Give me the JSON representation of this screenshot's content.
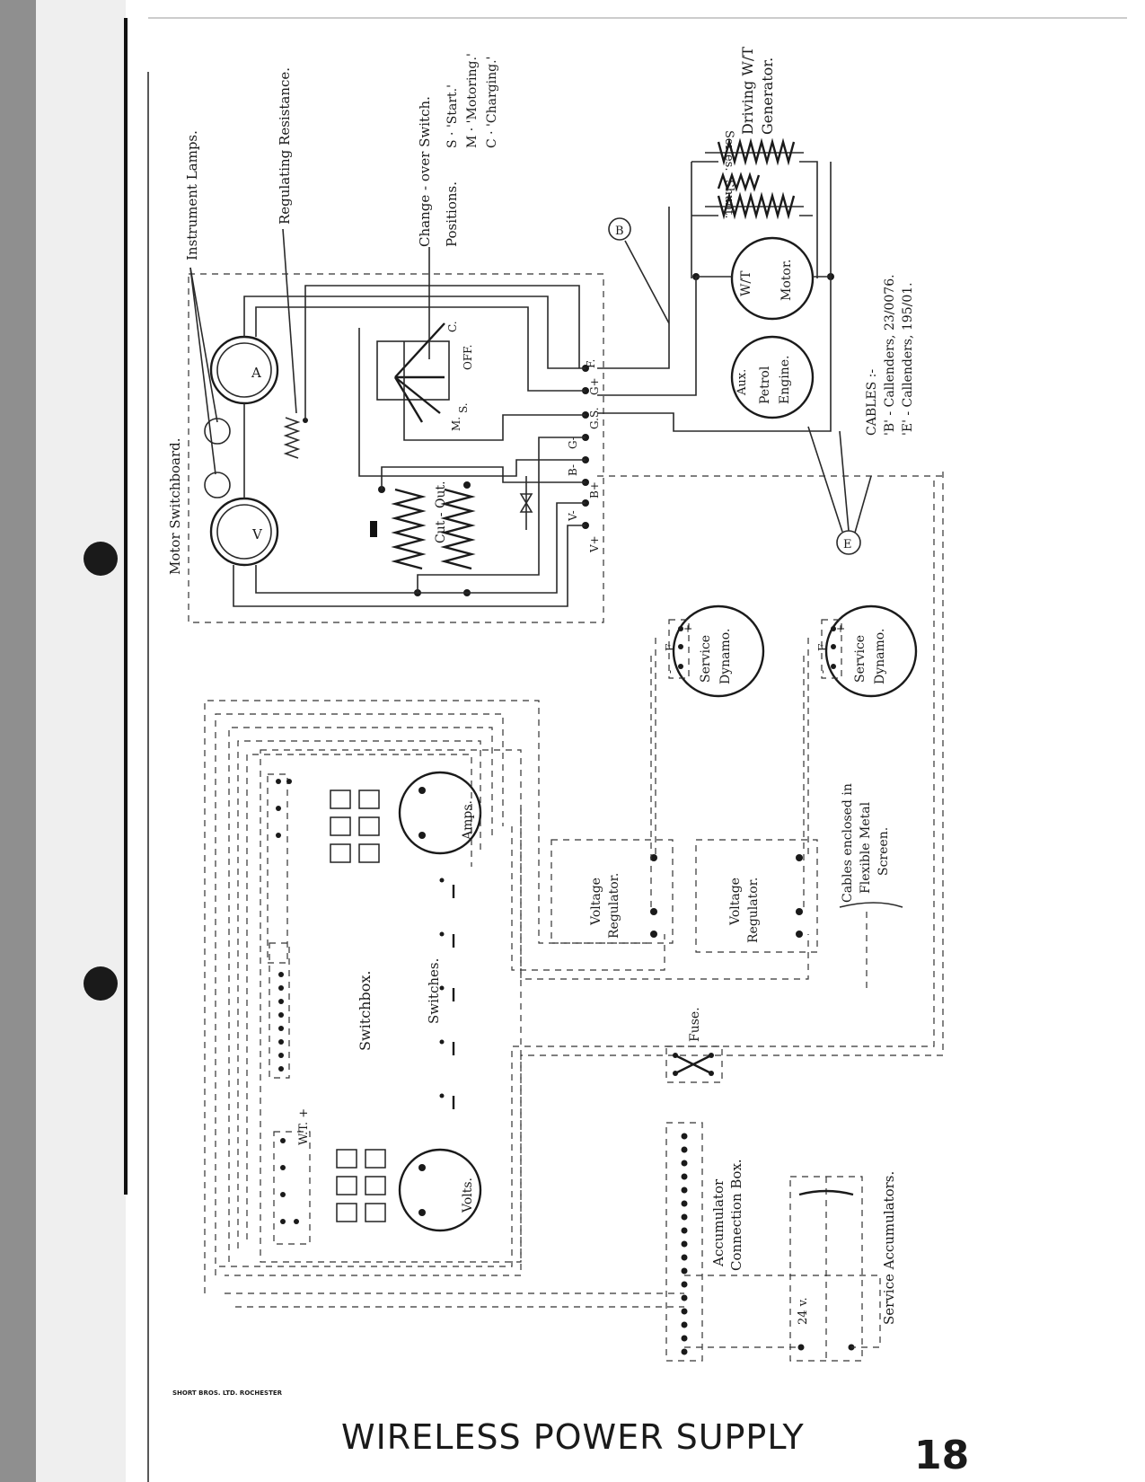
{
  "diagram": {
    "title": "WIRELESS POWER SUPPLY",
    "page_number": "18",
    "printer_note": "SHORT BROS. LTD. ROCHESTER",
    "labels": {
      "motor_switchboard": "Motor Switchboard.",
      "instrument_lamps": "Instrument Lamps.",
      "regulating_resistance": "Regulating Resistance.",
      "changeover_switch": "Change - over Switch.",
      "positions": "Positions.",
      "pos_start": "S · 'Start.'",
      "pos_motoring": "M · 'Motoring.'",
      "pos_charging": "C · 'Charging.'",
      "driving_generator_1": "Driving W/T",
      "driving_generator_2": "Generator.",
      "series": "Series.",
      "shunt": "Shunt.",
      "wt_motor_1": "W/T",
      "wt_motor_2": "Motor.",
      "aux_engine_1": "Aux.",
      "aux_engine_2": "Petrol",
      "aux_engine_3": "Engine.",
      "cables_heading": "CABLES :-",
      "cable_b": "'B' - Callenders, 23/0076.",
      "cable_e": "'E' - Callenders, 195/01.",
      "cable_b_tag": "B",
      "cable_e_tag": "E",
      "cut_out": "Cut - Out.",
      "meter_a": "A",
      "meter_v": "V",
      "sw_c": "C.",
      "sw_off": "OFF.",
      "sw_s": "S.",
      "sw_m": "M.",
      "term_f": "F.",
      "term_gplus": "G+",
      "term_gs": "G.S.",
      "term_gminus": "G-",
      "term_bminus": "B-",
      "term_bplus": "B+",
      "term_vminus": "V-",
      "term_vplus": "V+",
      "service_dynamo_1": "Service",
      "service_dynamo_2": "Dynamo.",
      "dyn_minus": "-",
      "dyn_f": "F",
      "dyn_plus": "+",
      "voltage_regulator_1": "Voltage",
      "voltage_regulator_2": "Regulator.",
      "cables_enclosed_1": "Cables enclosed in",
      "cables_enclosed_2": "Flexible Metal",
      "cables_enclosed_3": "Screen.",
      "switchbox": "Switchbox.",
      "switches": "Switches.",
      "amps": "Amps.",
      "volts": "Volts.",
      "wt_plus": "W.T. +",
      "fuse": "Fuse.",
      "accumulator_1": "Accumulator",
      "accumulator_2": "Connection Box.",
      "service_accumulators": "Service Accumulators.",
      "volt_24": "24 v."
    }
  }
}
